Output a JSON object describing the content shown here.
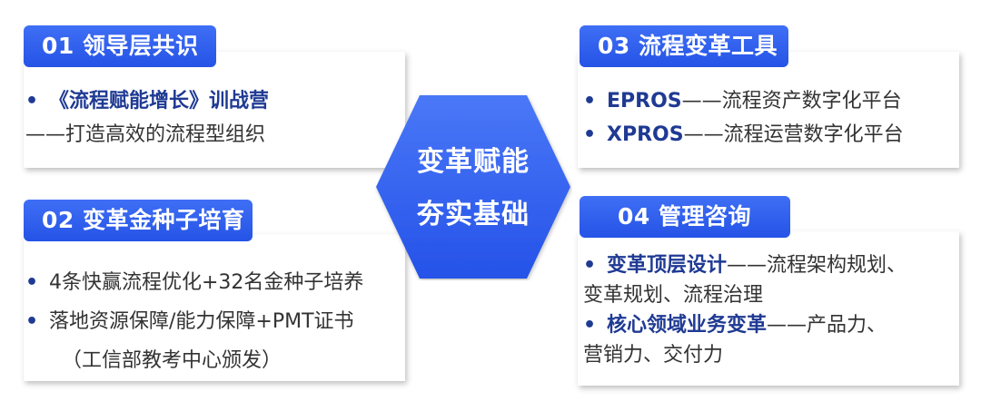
{
  "center": {
    "line1": "变革赋能",
    "line2": "夯实基础",
    "color": "#2f5ff0"
  },
  "box1": {
    "tag": "01 领导层共识",
    "items": [
      {
        "highlight": "《流程赋能增长》训战营",
        "rest": ""
      },
      {
        "continuation": "——打造高效的流程型组织"
      }
    ]
  },
  "box2": {
    "tag": "02 变革金种子培育",
    "items": [
      {
        "text": "4条快赢流程优化+32名金种子培养"
      },
      {
        "text": "落地资源保障/能力保障+PMT证书"
      },
      {
        "continuation": "（工信部教考中心颁发）"
      }
    ]
  },
  "box3": {
    "tag": "03 流程变革工具",
    "items": [
      {
        "highlight": "EPROS",
        "rest": "——流程资产数字化平台"
      },
      {
        "highlight": "XPROS",
        "rest": "——流程运营数字化平台"
      }
    ]
  },
  "box4": {
    "tag": "04 管理咨询",
    "items": [
      {
        "highlight": "变革顶层设计",
        "rest": "——流程架构规划、",
        "continuation": "变革规划、流程治理"
      },
      {
        "highlight": "核心领域业务变革",
        "rest": "——产品力、",
        "continuation": "营销力、交付力"
      }
    ]
  },
  "bullet_char": "•",
  "colors": {
    "tag_blue": "#2f5ff0",
    "highlight_navy": "#1f3a93",
    "body_text": "#333333"
  }
}
